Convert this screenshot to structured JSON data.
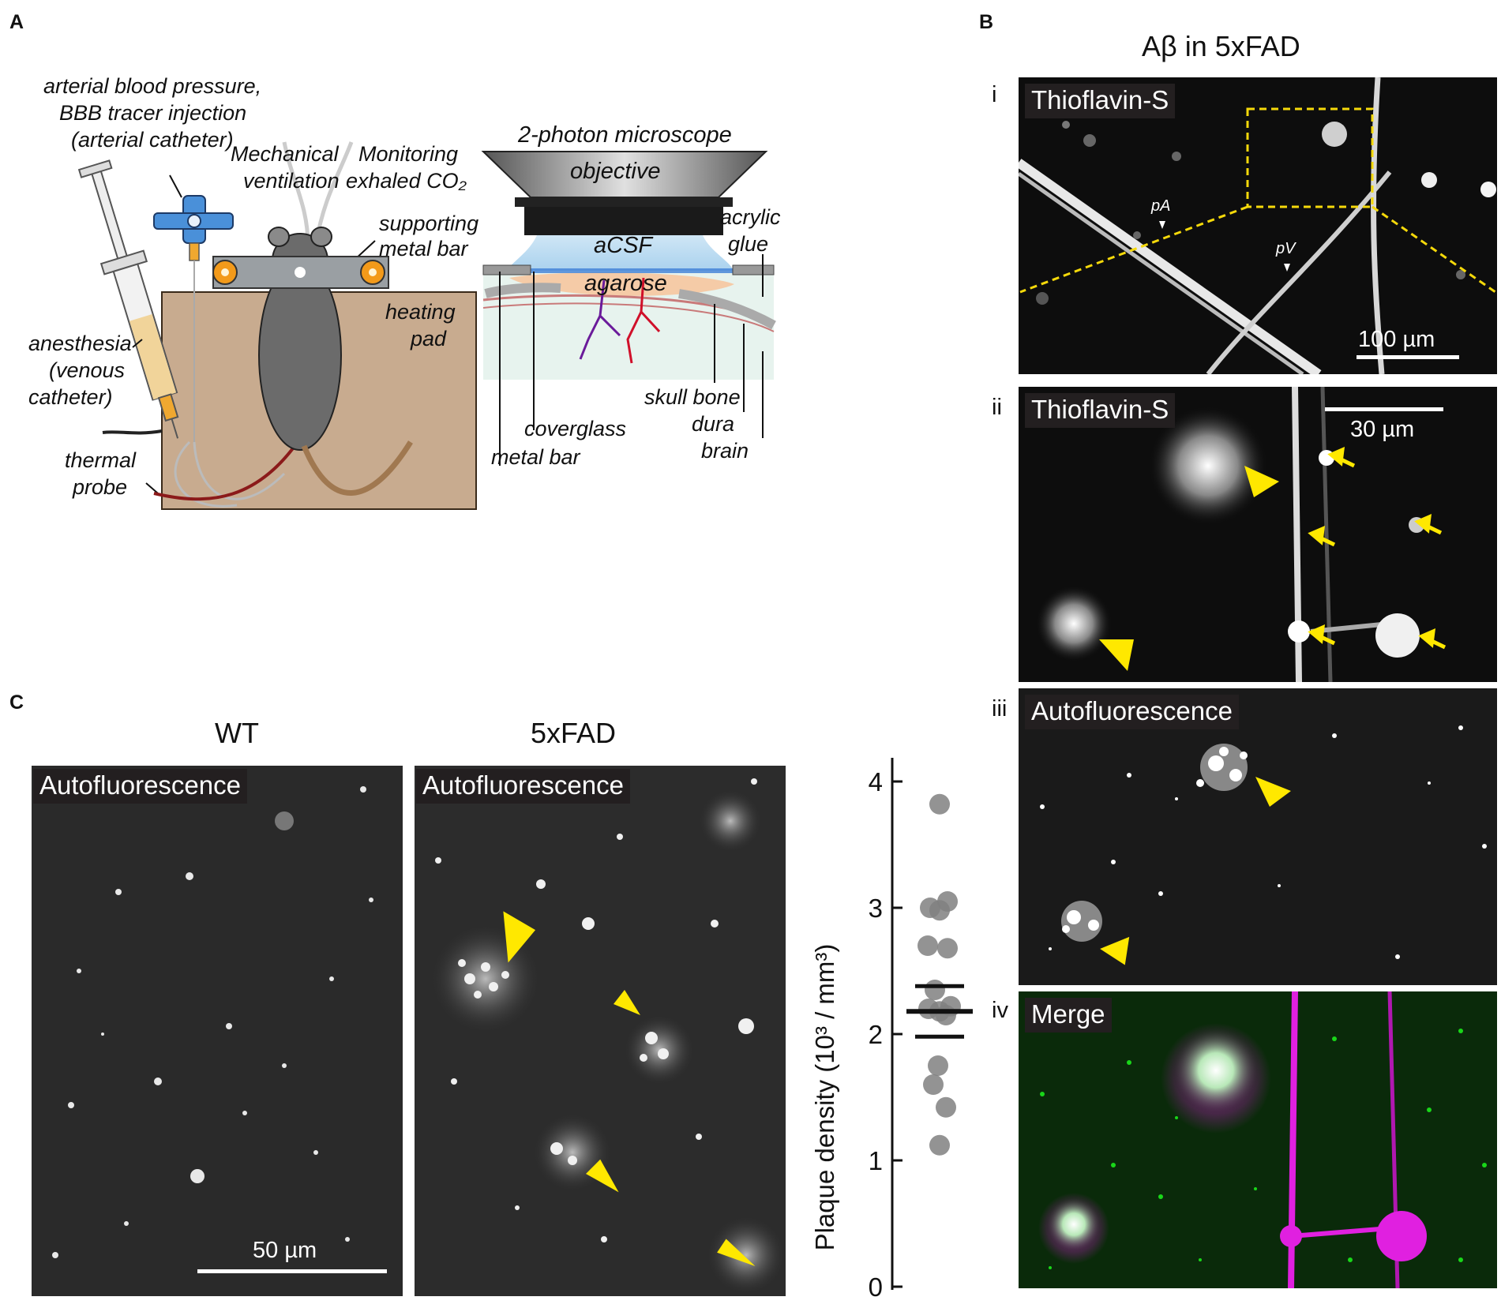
{
  "panel_a": {
    "letter": "A",
    "labels": {
      "abp": [
        "arterial blood pressure,",
        "BBB tracer injection",
        "(arterial catheter)"
      ],
      "mech": [
        "Mechanical",
        "ventilation"
      ],
      "monitor": [
        "Monitoring",
        "exhaled CO₂"
      ],
      "support": [
        "supporting",
        "metal bar"
      ],
      "heating": [
        "heating",
        "pad"
      ],
      "anesthesia": [
        "anesthesia",
        "(venous",
        "catheter)"
      ],
      "thermal": [
        "thermal",
        "probe"
      ],
      "microscope": "2-photon microscope",
      "objective": "objective",
      "acsf": "aCSF",
      "agarose": "agarose",
      "acrylic": [
        "acrylic",
        "glue"
      ],
      "skull": "skull bone",
      "dura": "dura",
      "brain": "brain",
      "coverglass": "coverglass",
      "metalbar": "metal bar"
    },
    "colors": {
      "heating_pad": "#c8ab8f",
      "catheter": "#4a90d9",
      "tail": "#a07850",
      "artery": "#d0102a",
      "vein": "#6a1a9a"
    }
  },
  "panel_b": {
    "letter": "B",
    "title": "Aβ in 5xFAD",
    "subpanels": [
      {
        "roman": "i",
        "label": "Thioflavin-S",
        "scale": "100 µm",
        "markers": [
          "pA",
          "pV"
        ]
      },
      {
        "roman": "ii",
        "label": "Thioflavin-S",
        "scale": "30 µm"
      },
      {
        "roman": "iii",
        "label": "Autofluorescence"
      },
      {
        "roman": "iv",
        "label": "Merge"
      }
    ],
    "colors": {
      "highlight_box": "#f5d90a",
      "arrow": "#ffe800",
      "green": "#19d619",
      "magenta": "#e020e0"
    }
  },
  "panel_c": {
    "letter": "C",
    "images": [
      {
        "title": "WT",
        "label": "Autofluorescence",
        "scale": "50 µm"
      },
      {
        "title": "5xFAD",
        "label": "Autofluorescence"
      }
    ]
  },
  "chart_data": {
    "type": "scatter",
    "ylabel": "Plaque density (10³ / mm³)",
    "ylim": [
      0,
      4
    ],
    "yticks": [
      "0",
      "1",
      "2",
      "3",
      "4"
    ],
    "points": [
      3.82,
      3.05,
      3.0,
      2.98,
      2.7,
      2.68,
      2.35,
      2.22,
      2.2,
      2.18,
      2.15,
      1.75,
      1.6,
      1.42,
      1.12
    ],
    "mean": 2.18,
    "error": [
      1.98,
      2.38
    ],
    "point_color": "#808080"
  }
}
